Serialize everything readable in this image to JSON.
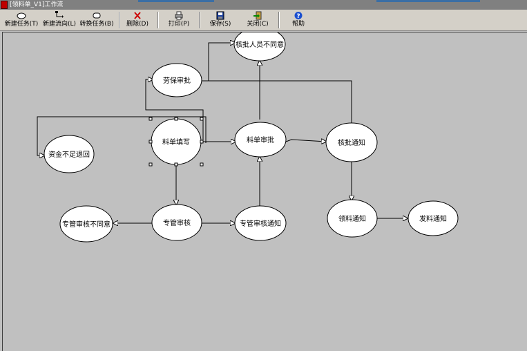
{
  "window": {
    "title": "[领料单_V1]工作流"
  },
  "toolbar": {
    "new_task": "新建任务(T)",
    "new_flow": "新建流向(L)",
    "convert_task": "转换任务(B)",
    "delete": "删除(D)",
    "print": "打印(P)",
    "save": "保存(S)",
    "close": "关闭(C)",
    "help": "帮助"
  },
  "icons": {
    "new_task": "ellipse-icon",
    "new_flow": "flow-arrow-icon",
    "convert_task": "rounded-rect-icon",
    "delete": "red-x-icon",
    "print": "printer-icon",
    "save": "floppy-disk-icon",
    "close": "exit-door-icon",
    "help": "help-question-icon"
  },
  "colors": {
    "delete_icon": "#cc0000",
    "help_icon": "#1a4fd0",
    "canvas": "#c0c0c0",
    "node_fill": "#ffffff"
  },
  "nodes": {
    "labor_approval": "劳保审批",
    "approver_disagree": "核批人员不同意",
    "fill_requisition": "料单填写",
    "insufficient_funds": "资金不足退回",
    "requisition_approval": "料单审批",
    "approval_notice": "核批通知",
    "supervisor_review": "专管审核",
    "supervisor_disagree": "专管审核不同意",
    "supervisor_review_notice": "专管审核通知",
    "pickup_notice": "领料通知",
    "issue_notice": "发料通知"
  }
}
